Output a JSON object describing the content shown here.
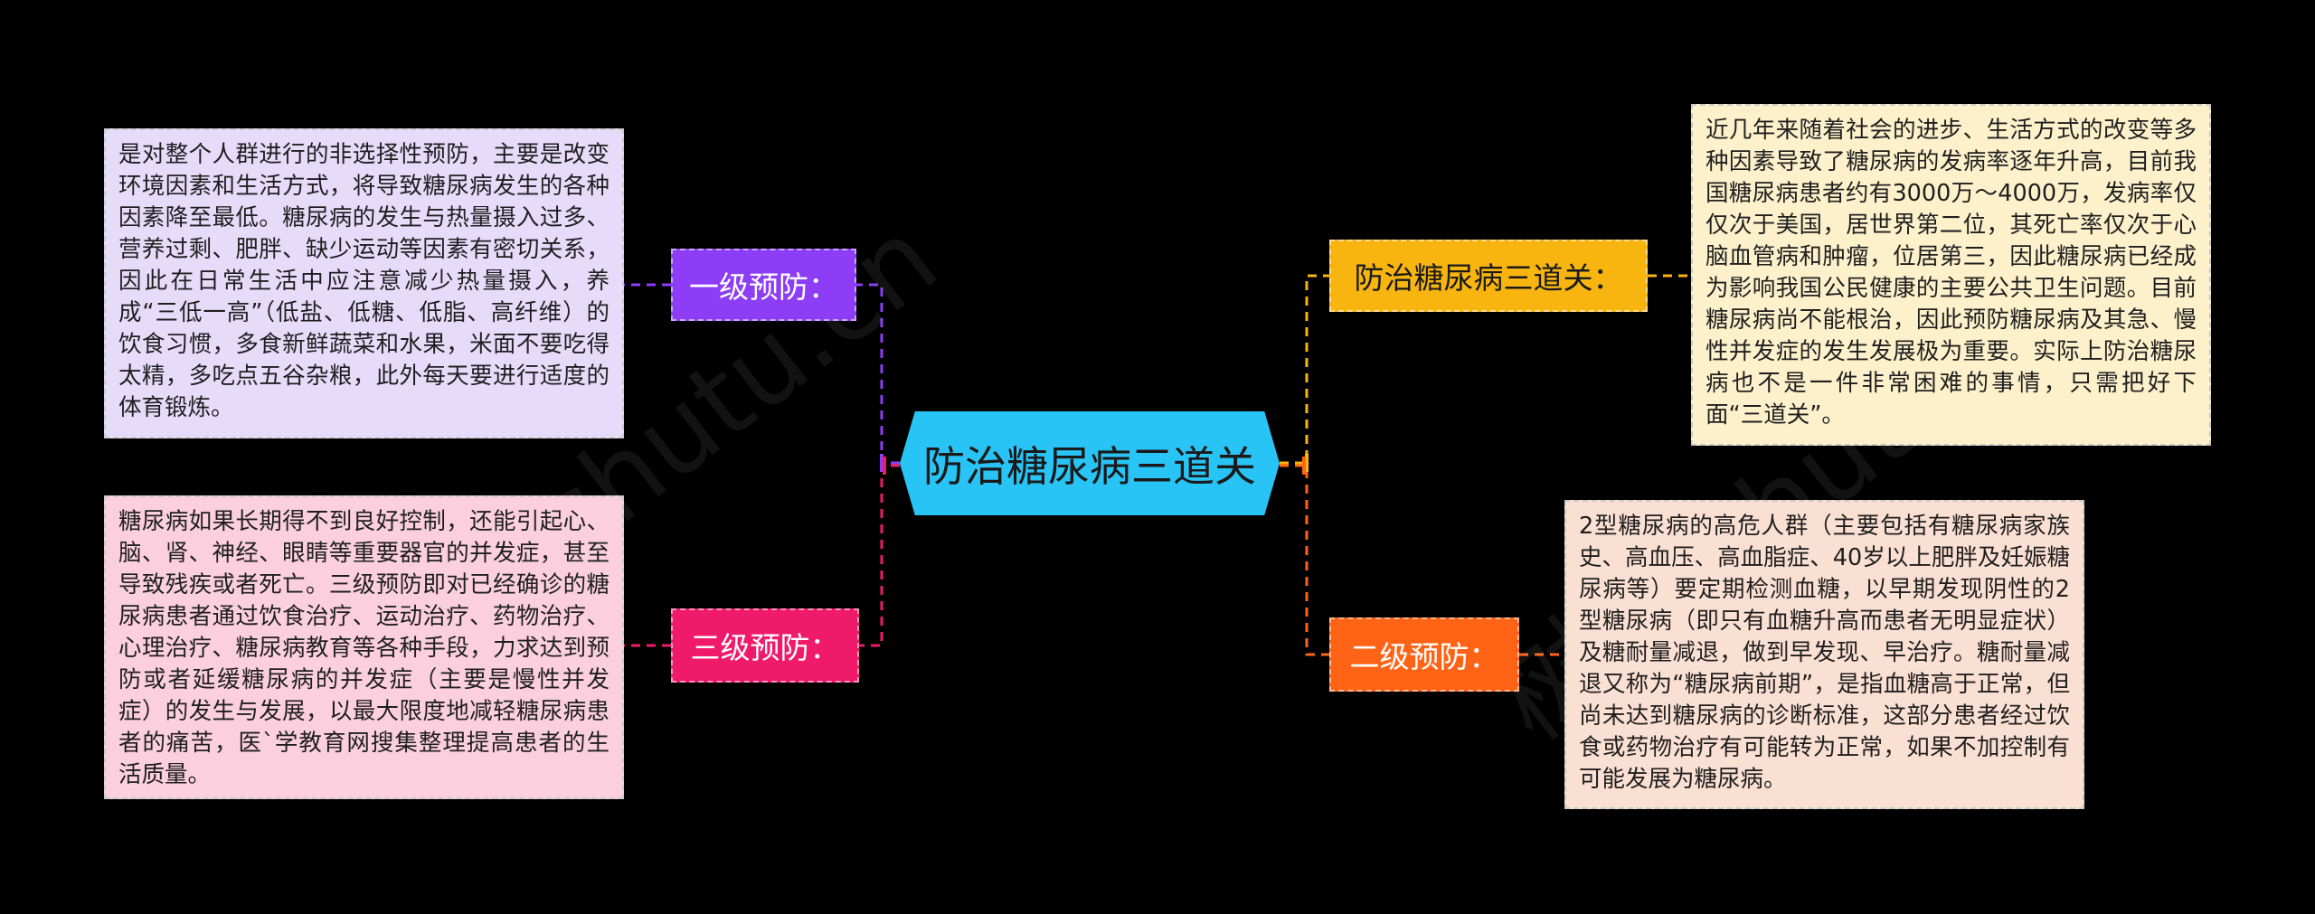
{
  "center": {
    "label": "防治糖尿病三道关"
  },
  "branches": {
    "level1": {
      "label": "一级预防：",
      "color": "#8c3df5",
      "text": "是对整个人群进行的非选择性预防，主要是改变环境因素和生活方式，将导致糖尿病发生的各种因素降至最低。糖尿病的发生与热量摄入过多、营养过剩、肥胖、缺少运动等因素有密切关系，因此在日常生活中应注意减少热量摄入，养成“三低一高”（低盐、低糖、低脂、高纤维）的饮食习惯，多食新鲜蔬菜和水果，米面不要吃得太精，多吃点五谷杂粮，此外每天要进行适度的体育锻炼。"
    },
    "level3": {
      "label": "三级预防：",
      "color": "#ef1a6a",
      "text": "糖尿病如果长期得不到良好控制，还能引起心、脑、肾、神经、眼睛等重要器官的并发症，甚至导致残疾或者死亡。三级预防即对已经确诊的糖尿病患者通过饮食治疗、运动治疗、药物治疗、心理治疗、糖尿病教育等各种手段，力求达到预防或者延缓糖尿病的并发症（主要是慢性并发症）的发生与发展，以最大限度地减轻糖尿病患者的痛苦，医`学教育网搜集整理提高患者的生活质量。"
    },
    "intro": {
      "label": "防治糖尿病三道关：",
      "color": "#f8b50f",
      "text": "近几年来随着社会的进步、生活方式的改变等多种因素导致了糖尿病的发病率逐年升高，目前我国糖尿病患者约有3000万～4000万，发病率仅仅次于美国，居世界第二位，其死亡率仅次于心脑血管病和肿瘤，位居第三，因此糖尿病已经成为影响我国公民健康的主要公共卫生问题。目前糖尿病尚不能根治，因此预防糖尿病及其急、慢性并发症的发生发展极为重要。实际上防治糖尿病也不是一件非常困难的事情，只需把好下面“三道关”。"
    },
    "level2": {
      "label": "二级预防：",
      "color": "#ff6416",
      "text": "2型糖尿病的高危人群（主要包括有糖尿病家族史、高血压、高血脂症、40岁以上肥胖及妊娠糖尿病等）要定期检测血糖，以早期发现阴性的2型糖尿病（即只有血糖升高而患者无明显症状）及糖耐量减退，做到早发现、早治疗。糖耐量减退又称为“糖尿病前期”，是指血糖高于正常，但尚未达到糖尿病的诊断标准，这部分患者经过饮食或药物治疗有可能转为正常，如果不加控制有可能发展为糖尿病。"
    }
  },
  "watermarks": [
    "树图 shutu.cn",
    "树图 shutu.cn"
  ]
}
